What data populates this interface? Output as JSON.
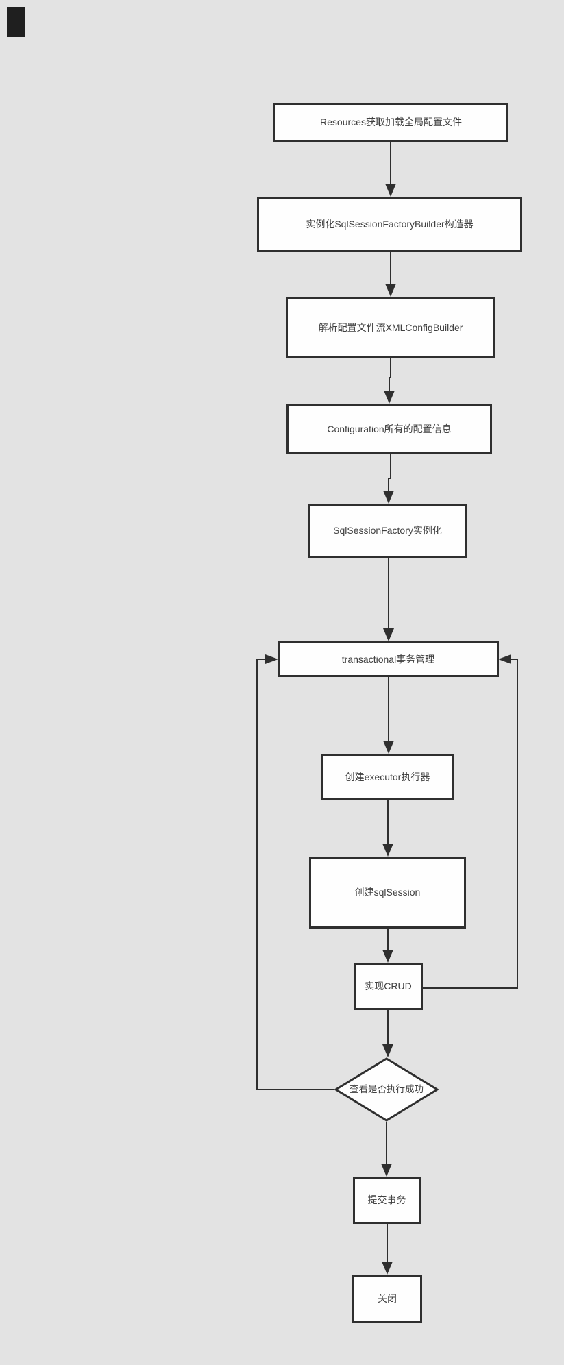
{
  "diagram": {
    "colors": {
      "background": "#e3e3e3",
      "node_fill": "#fefefe",
      "line": "#2f2f2f",
      "text": "#404040"
    },
    "nodes": [
      {
        "id": "resources-load-config",
        "type": "process",
        "label": "Resources获取加载全局配置文件"
      },
      {
        "id": "instantiate-builder",
        "type": "process",
        "label": "实例化SqlSessionFactoryBuilder构造器"
      },
      {
        "id": "parse-config-stream",
        "type": "process",
        "label": "解析配置文件流XMLConfigBuilder"
      },
      {
        "id": "configuration-info",
        "type": "process",
        "label": "Configuration所有的配置信息"
      },
      {
        "id": "factory-instantiate",
        "type": "process",
        "label": "SqlSessionFactory实例化"
      },
      {
        "id": "transactional-manage",
        "type": "process",
        "label": "transactional事务管理"
      },
      {
        "id": "create-executor",
        "type": "process",
        "label": "创建executor执行器"
      },
      {
        "id": "create-sqlsession",
        "type": "process",
        "label": "创建sqlSession"
      },
      {
        "id": "implement-crud",
        "type": "process",
        "label": "实现CRUD"
      },
      {
        "id": "check-success",
        "type": "decision",
        "label": "查看是否执行成功"
      },
      {
        "id": "commit-transaction",
        "type": "process",
        "label": "提交事务"
      },
      {
        "id": "close",
        "type": "process",
        "label": "关闭"
      }
    ],
    "edges": [
      {
        "from": "resources-load-config",
        "to": "instantiate-builder"
      },
      {
        "from": "instantiate-builder",
        "to": "parse-config-stream"
      },
      {
        "from": "parse-config-stream",
        "to": "configuration-info"
      },
      {
        "from": "configuration-info",
        "to": "factory-instantiate"
      },
      {
        "from": "factory-instantiate",
        "to": "transactional-manage"
      },
      {
        "from": "transactional-manage",
        "to": "create-executor"
      },
      {
        "from": "create-executor",
        "to": "create-sqlsession"
      },
      {
        "from": "create-sqlsession",
        "to": "implement-crud"
      },
      {
        "from": "implement-crud",
        "to": "check-success"
      },
      {
        "from": "check-success",
        "to": "commit-transaction"
      },
      {
        "from": "commit-transaction",
        "to": "close"
      },
      {
        "from": "implement-crud",
        "to": "transactional-manage",
        "kind": "loop-right"
      },
      {
        "from": "check-success",
        "to": "transactional-manage",
        "kind": "loop-left"
      }
    ]
  }
}
